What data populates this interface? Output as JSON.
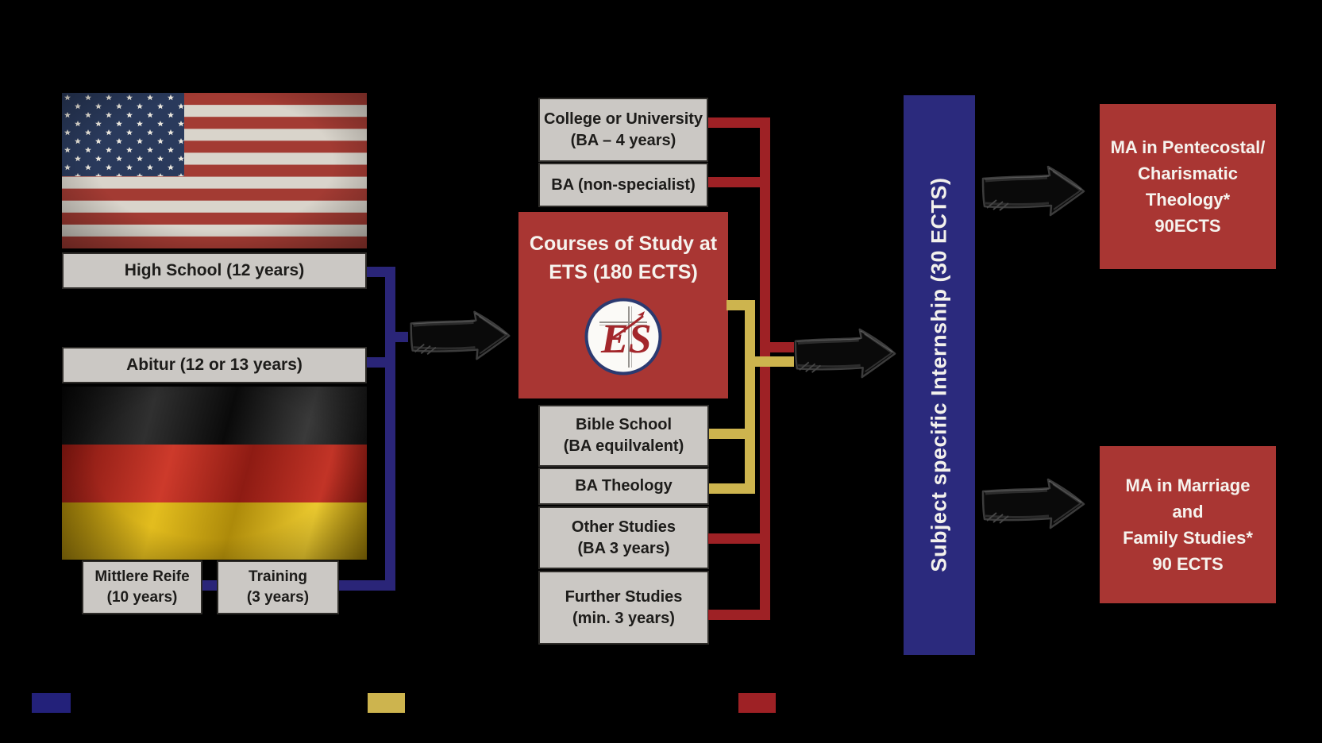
{
  "left_column": {
    "us_flag_alt": "USA flag",
    "high_school_label": "High School (12 years)",
    "abitur_label": "Abitur (12 or 13 years)",
    "german_flag_alt": "Germany flag",
    "mittlere_reife": {
      "line1": "Mittlere Reife",
      "line2": "(10 years)"
    },
    "training": {
      "line1": "Training",
      "line2": "(3 years)"
    }
  },
  "middle_column": {
    "college": {
      "line1": "College or University",
      "line2": "(BA – 4 years)"
    },
    "ba_non_specialist": "BA (non-specialist)",
    "ets": {
      "line1": "Courses of Study at",
      "line2": "ETS (180 ECTS)",
      "logo_monogram": "ES"
    },
    "bible_school": {
      "line1": "Bible School",
      "line2": "(BA equilvalent)"
    },
    "ba_theology": "BA Theology",
    "other_studies": {
      "line1": "Other Studies",
      "line2": "(BA 3 years)"
    },
    "further_studies": {
      "line1": "Further Studies",
      "line2": "(min. 3 years)"
    }
  },
  "internship_bar": {
    "label": "Subject specific Internship (30 ECTS)"
  },
  "ma_programs": {
    "pentecostal": {
      "line1": "MA in Pentecostal/",
      "line2": "Charismatic",
      "line3": "Theology*",
      "line4": "90ECTS"
    },
    "marriage": {
      "line1": "MA in Marriage",
      "line2": "and",
      "line3": "Family Studies*",
      "line4": "90 ECTS"
    }
  },
  "colors": {
    "background": "#000000",
    "gray_box": "#cbc8c4",
    "red_box": "#a93633",
    "blue_path": "#2a2578",
    "yellow_path": "#cdb44e",
    "red_path": "#9e2125",
    "blue_bar": "#2b2a7d"
  },
  "legend": {
    "swatches": [
      {
        "name": "blue",
        "color": "#23217a"
      },
      {
        "name": "yellow",
        "color": "#cdb44e"
      },
      {
        "name": "red",
        "color": "#9e2125"
      }
    ]
  }
}
